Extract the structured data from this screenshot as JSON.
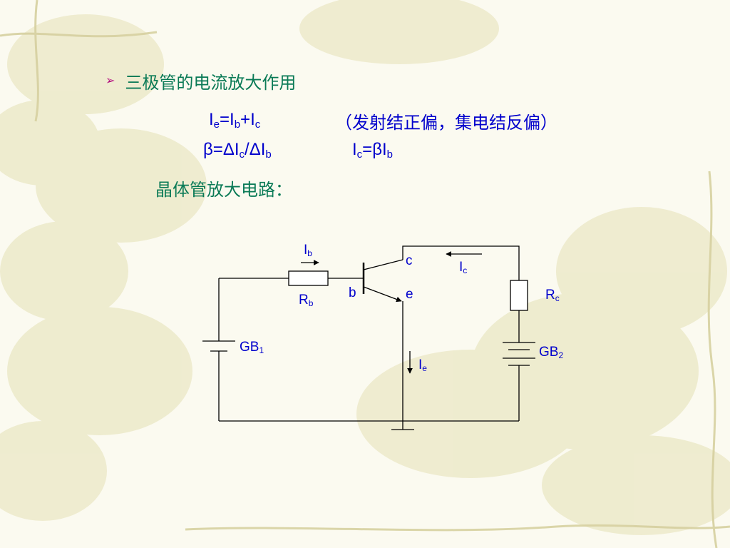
{
  "slide": {
    "heading": "三极管的电流放大作用",
    "bias_note": "（发射结正偏，集电结反偏）",
    "circuit_intro": "晶体管放大电路："
  },
  "equations": {
    "eq1": {
      "a": "I",
      "a_sub": "e",
      "eq": "=I",
      "b_sub": "b",
      "plus": "+I",
      "c_sub": "c"
    },
    "eq2": {
      "lhs": "β=ΔI",
      "c_sub": "c",
      "mid": "/ΔI",
      "b_sub": "b"
    },
    "eq3": {
      "lhs": "I",
      "c_sub": "c",
      "rhs": "=βI",
      "b_sub": "b"
    }
  },
  "circuit": {
    "ib": {
      "main": "I",
      "sub": "b"
    },
    "rb": {
      "main": "R",
      "sub": "b"
    },
    "b": "b",
    "c": "c",
    "e": "e",
    "ic": {
      "main": "I",
      "sub": "c"
    },
    "rc": {
      "main": "R",
      "sub": "c"
    },
    "gb1": {
      "main": "GB",
      "sub": "1"
    },
    "gb2": {
      "main": "GB",
      "sub": "2"
    },
    "ie": {
      "main": "I",
      "sub": "e"
    }
  },
  "colors": {
    "text_blue": "#0000cc",
    "heading_green": "#0a7a56",
    "bullet": "#b0007a"
  },
  "icons": {
    "bullet": "arrow-bullet-icon"
  }
}
